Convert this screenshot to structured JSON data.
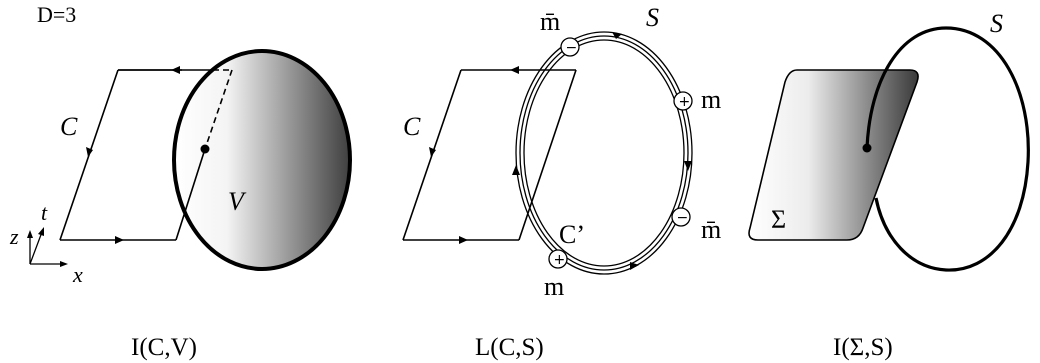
{
  "header": {
    "dimension_label": "D=3"
  },
  "panel1": {
    "caption": "I(C,V)",
    "loop_label": "C",
    "volume_label": "V",
    "axis_z": "z",
    "axis_t": "t",
    "axis_x": "x"
  },
  "panel2": {
    "caption": "L(C,S)",
    "loop_label": "C",
    "string_label": "S",
    "string_copy_label": "C’",
    "monopole_top_left": "m̄",
    "monopole_right_upper": "m",
    "monopole_right_lower": "m̄",
    "monopole_bottom": "m",
    "charge_plus": "+",
    "charge_minus": "−"
  },
  "panel3": {
    "caption": "I(Σ,S)",
    "surface_label": "Σ",
    "string_label": "S"
  },
  "colors": {
    "ink": "#000000",
    "shade_light": "#ffffff",
    "shade_dark": "#4a4a4a"
  }
}
